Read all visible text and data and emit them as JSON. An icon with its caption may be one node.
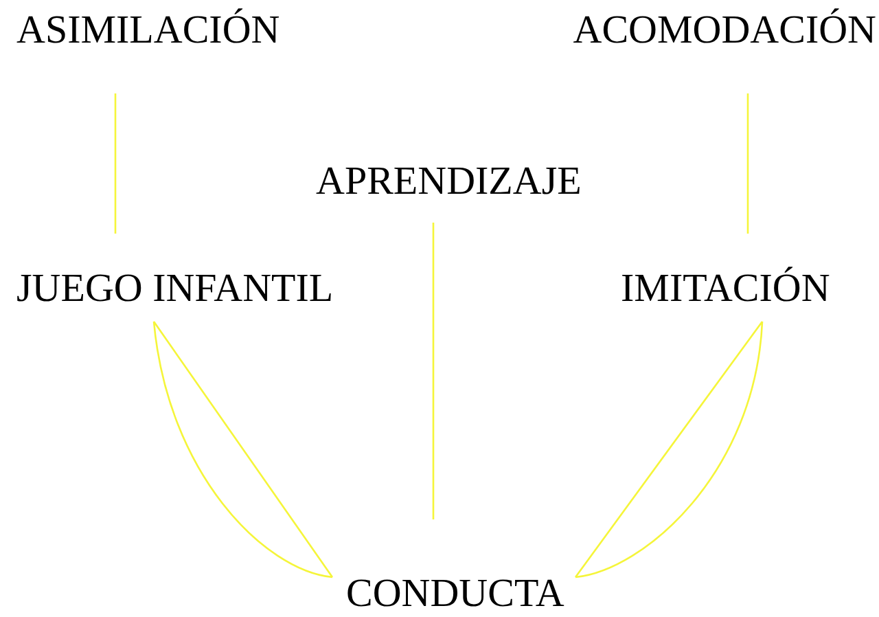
{
  "diagram": {
    "nodes": [
      {
        "text": [
          "ASIMILACIÓN"
        ]
      },
      {
        "text": [
          "ACOMODACIÓN"
        ]
      },
      {
        "text": [
          "APRENDIZAJE"
        ]
      },
      {
        "text": [
          "JUEGO INFANTIL"
        ]
      },
      {
        "text": [
          "IMITACIÓN"
        ]
      },
      {
        "text": [
          "CONDUCTA"
        ]
      }
    ],
    "edges": [
      {
        "from": 0,
        "to": 3,
        "arrow": "none"
      },
      {
        "from": 1,
        "to": 4,
        "arrow": "none"
      },
      {
        "from": 2,
        "to": 5,
        "arrow": "none"
      },
      {
        "from": 3,
        "to": 5,
        "arrow": "none"
      },
      {
        "from": 4,
        "to": 5,
        "arrow": "none"
      }
    ]
  }
}
